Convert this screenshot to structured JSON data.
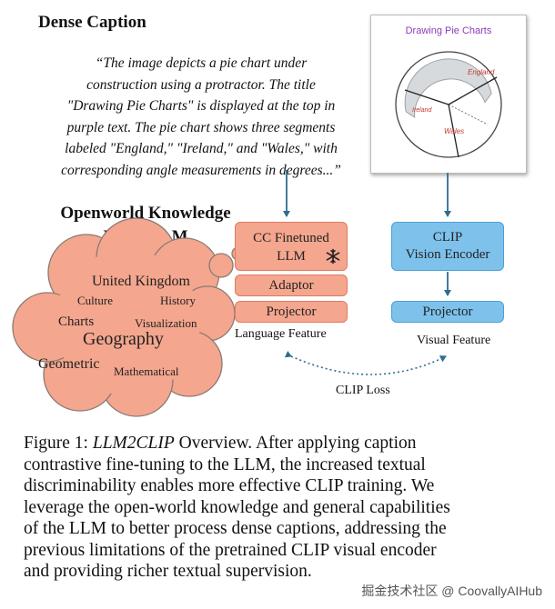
{
  "dense_caption": {
    "title": "Dense Caption",
    "quote_lines": [
      "“The image depicts a pie chart under",
      "construction using a protractor. The title",
      "\"Drawing Pie Charts\" is displayed at the top in",
      "purple text. The pie chart shows three segments",
      "labeled \"England,\" \"Ireland,\" and \"Wales,\" with",
      "corresponding angle measurements in degrees...”"
    ]
  },
  "pie_image": {
    "title": "Drawing Pie Charts",
    "labels": [
      "England",
      "Ireland",
      "Wales"
    ]
  },
  "openworld": {
    "title_line1": "Openworld Knowledge",
    "title_line2": "From LLM",
    "words": {
      "united_kingdom": "United Kingdom",
      "culture": "Culture",
      "history": "History",
      "charts": "Charts",
      "visualization": "Visualization",
      "geography": "Geography",
      "geometric": "Geometric",
      "mathematical": "Mathematical"
    }
  },
  "language_branch": {
    "llm_line1": "CC Finetuned",
    "llm_line2": "LLM",
    "adaptor": "Adaptor",
    "projector": "Projector",
    "label": "Language Feature"
  },
  "visual_branch": {
    "encoder_line1": "CLIP",
    "encoder_line2": "Vision Encoder",
    "projector": "Projector",
    "label": "Visual Feature"
  },
  "loss_label": "CLIP Loss",
  "caption": {
    "prefix": "Figure 1: ",
    "name": "LLM2CLIP",
    "lines": [
      " Overview. After applying caption",
      "contrastive fine-tuning to the LLM, the increased textual",
      "discriminability enables more effective CLIP training. We",
      "leverage the open-world knowledge and general capabilities",
      "of the LLM to better process dense captions, addressing the",
      "previous limitations of the pretrained CLIP visual encoder",
      "and providing richer textual supervision."
    ]
  },
  "watermark": "掘金技术社区 @ CoovallyAIHub",
  "colors": {
    "salmon": "#f4a68e",
    "blue": "#7ec2ec",
    "arrow": "#2e6d8e",
    "pie_title": "#8a3db8"
  }
}
